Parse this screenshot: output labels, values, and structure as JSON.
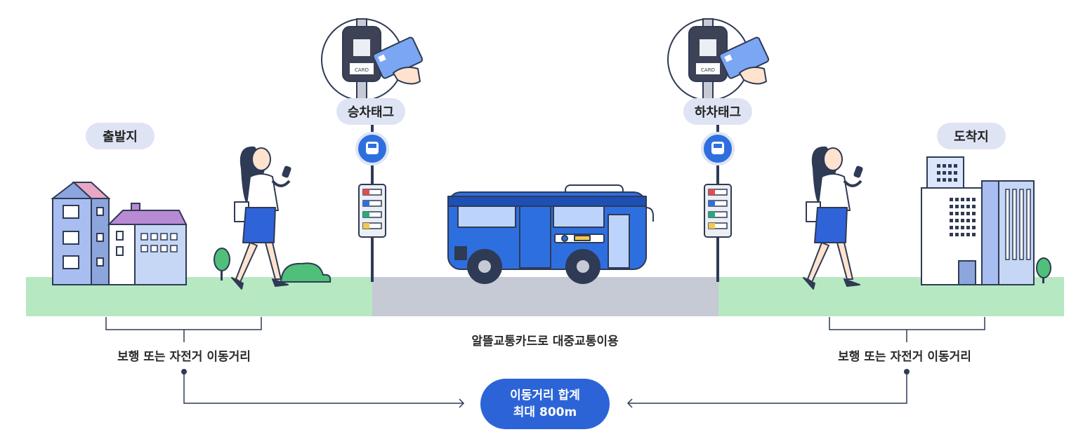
{
  "labels": {
    "origin": "출발지",
    "destination": "도착지",
    "board_tag": "승차태그",
    "alight_tag": "하차태그",
    "walk_left": "보행 또는 자전거 이동거리",
    "walk_right": "보행 또는 자전거 이동거리",
    "transit": "알뜰교통카드로 대중교통이용",
    "total_line1": "이동거리 합계",
    "total_line2": "최대 800m",
    "card_text": "CARD"
  },
  "colors": {
    "grass": "#b6e8c2",
    "road": "#c5cad5",
    "bus": "#2e6fe0",
    "pill_bg": "#dfe4f4",
    "total_bg": "#2c64d8",
    "line": "#2f3a55"
  }
}
